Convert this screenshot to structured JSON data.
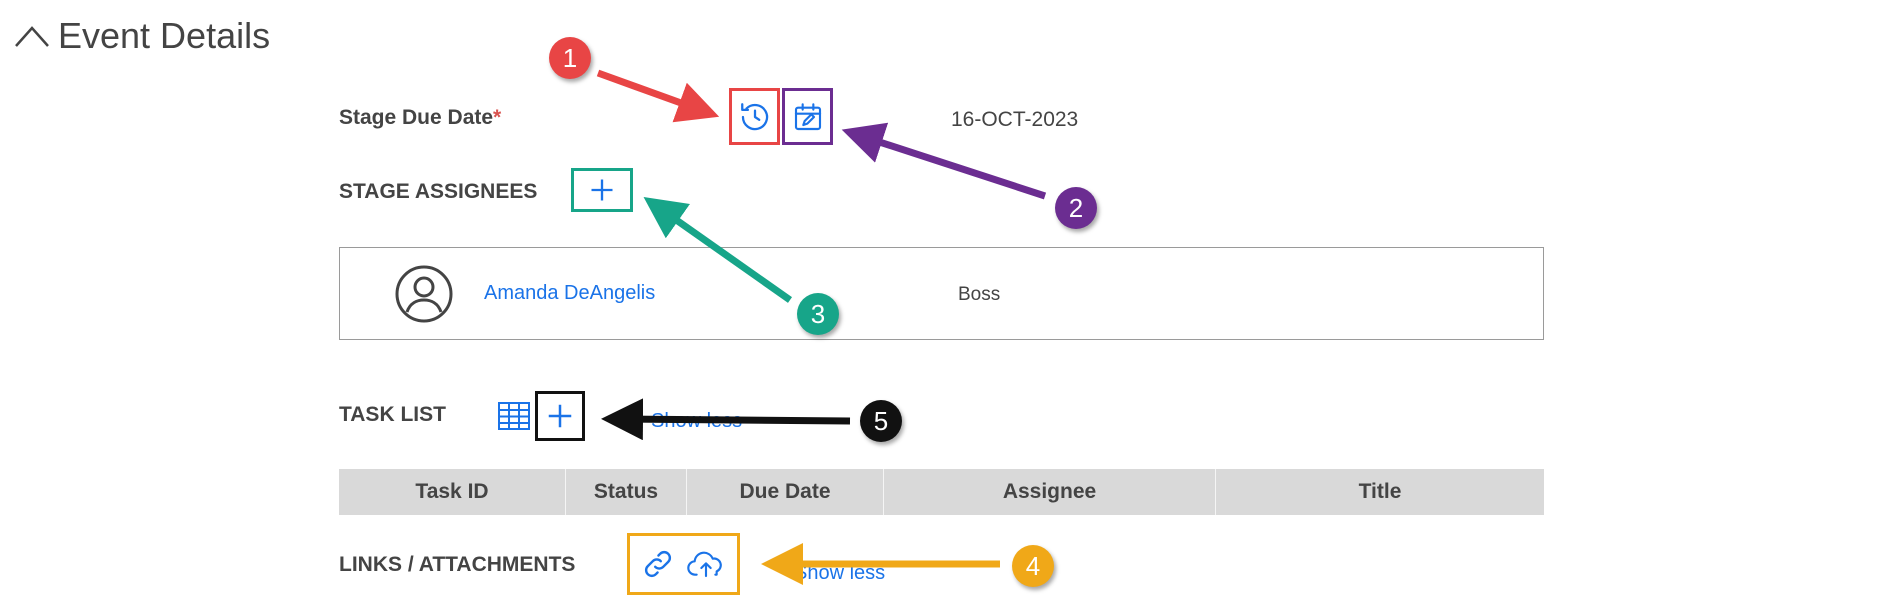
{
  "section": {
    "title": "Event Details"
  },
  "stage_due_date": {
    "label": "Stage Due Date",
    "required_mark": "*",
    "value": "16-OCT-2023"
  },
  "stage_assignees": {
    "label": "STAGE ASSIGNEES",
    "items": [
      {
        "name": "Amanda DeAngelis",
        "role": "Boss"
      }
    ]
  },
  "task_list": {
    "label": "TASK LIST",
    "show_less": "Show less",
    "columns": [
      "Task ID",
      "Status",
      "Due Date",
      "Assignee",
      "Title"
    ]
  },
  "links_attachments": {
    "label": "LINKS / ATTACHMENTS",
    "show_less": "Show less"
  },
  "callouts": [
    {
      "number": "1",
      "color": "#e84545"
    },
    {
      "number": "2",
      "color": "#6b2d91"
    },
    {
      "number": "3",
      "color": "#17a589"
    },
    {
      "number": "4",
      "color": "#f0a818"
    },
    {
      "number": "5",
      "color": "#111111"
    }
  ],
  "icons": {
    "collapse": "chevron-up-icon",
    "history": "history-icon",
    "calendar_edit": "calendar-edit-icon",
    "add": "plus-icon",
    "grid": "grid-icon",
    "link": "link-icon",
    "upload": "cloud-upload-icon",
    "avatar": "user-avatar-icon"
  },
  "colors": {
    "accent": "#1a73e8",
    "header_bg": "#d9d9d9",
    "text": "#444444"
  }
}
